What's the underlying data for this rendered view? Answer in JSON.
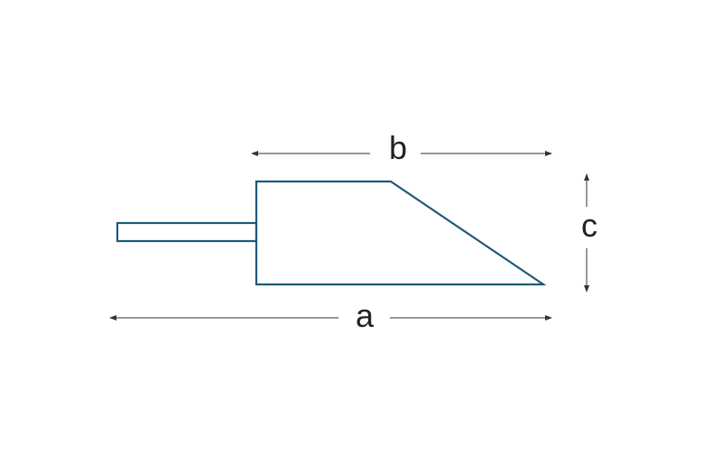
{
  "labels": {
    "a": "a",
    "b": "b",
    "c": "c"
  },
  "colors": {
    "outline": "#1e5a7a",
    "dimension": "#333333"
  }
}
